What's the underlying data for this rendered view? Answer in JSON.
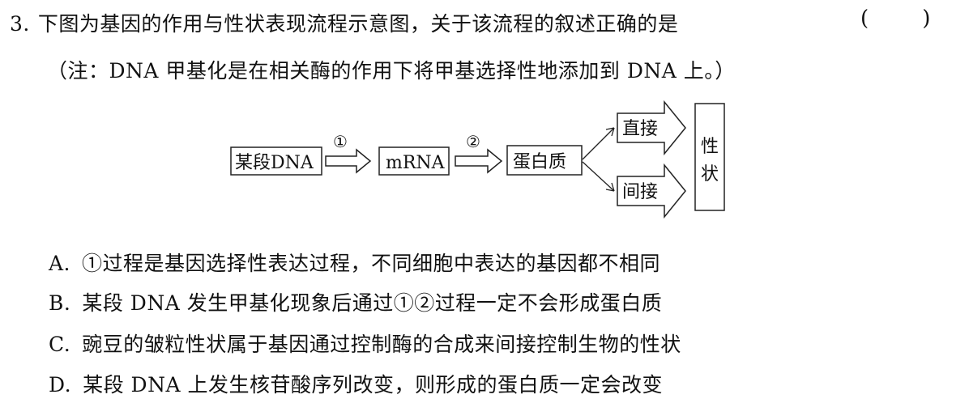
{
  "question": {
    "number": "3.",
    "stem": "下图为基因的作用与性状表现流程示意图，关于该流程的叙述正确的是",
    "answer_bracket": "(        )",
    "note": "（注：DNA 甲基化是在相关酶的作用下将甲基选择性地添加到 DNA 上。）"
  },
  "diagram": {
    "nodes": {
      "dna": "某段DNA",
      "mrna": "mRNA",
      "protein": "蛋白质",
      "direct": "直接",
      "indirect": "间接",
      "trait_1": "性",
      "trait_2": "状"
    },
    "steps": {
      "step1": "①",
      "step2": "②"
    }
  },
  "options": [
    {
      "letter": "A.",
      "text": "①过程是基因选择性表达过程，不同细胞中表达的基因都不相同"
    },
    {
      "letter": "B.",
      "text": "某段 DNA 发生甲基化现象后通过①②过程一定不会形成蛋白质"
    },
    {
      "letter": "C.",
      "text": "豌豆的皱粒性状属于基因通过控制酶的合成来间接控制生物的性状"
    },
    {
      "letter": "D.",
      "text": "某段 DNA 上发生核苷酸序列改变，则形成的蛋白质一定会改变"
    }
  ]
}
